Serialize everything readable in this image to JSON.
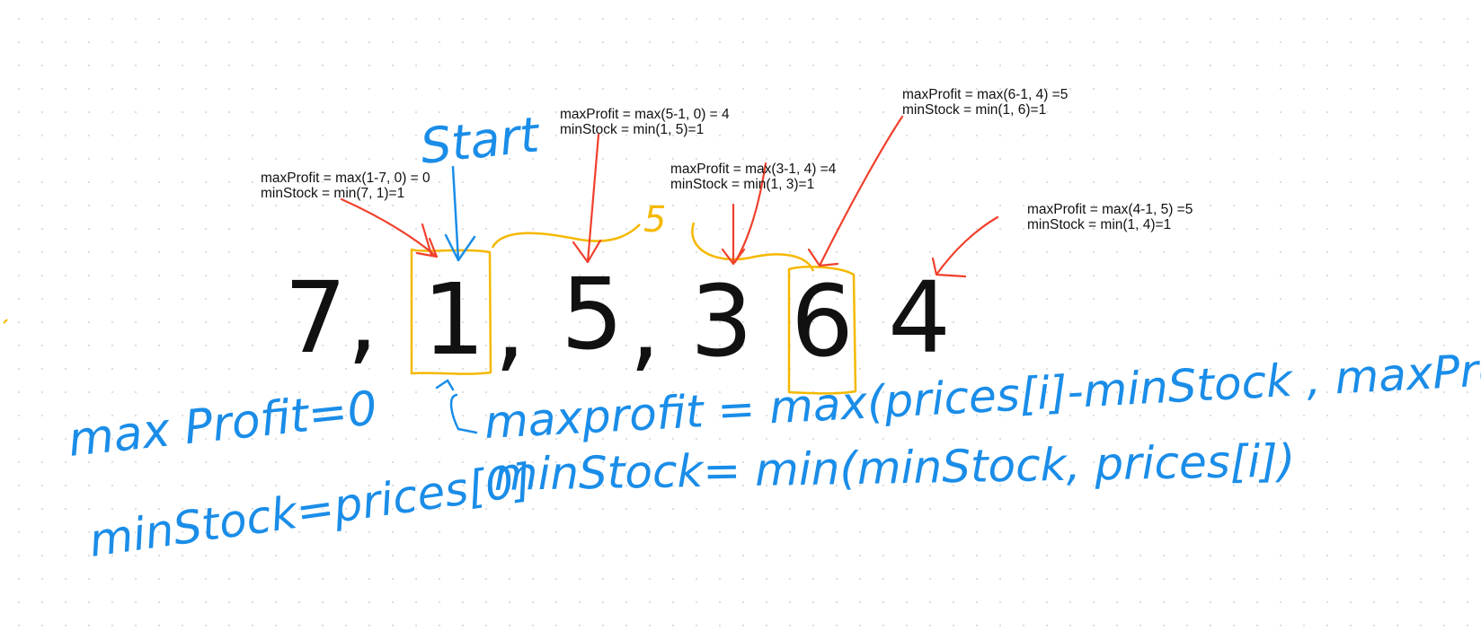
{
  "array": {
    "elements": [
      "7,",
      "1",
      ",",
      "5",
      ",",
      "3",
      "6",
      "4"
    ]
  },
  "handwriting": {
    "start": "Start",
    "max_profit_init": "max Profit=0",
    "min_stock_init": "minStock=prices[0]",
    "formula_profit": "maxprofit = max(prices[i]-minStock , maxProfit)",
    "formula_stock": "minStock= min(minStock, prices[i])",
    "yellow_mark": "5"
  },
  "annotations": [
    {
      "line1": "maxProfit = max(1-7, 0) = 0",
      "line2": "minStock = min(7, 1)=1"
    },
    {
      "line1": "maxProfit = max(5-1, 0) = 4",
      "line2": "minStock = min(1, 5)=1"
    },
    {
      "line1": "maxProfit = max(3-1, 4) =4",
      "line2": "minStock = min(1, 3)=1"
    },
    {
      "line1": "maxProfit = max(6-1, 4) =5",
      "line2": "minStock = min(1, 6)=1"
    },
    {
      "line1": "maxProfit = max(4-1, 5) =5",
      "line2": "minStock = min(1, 4)=1"
    }
  ],
  "colors": {
    "ink_black": "#111111",
    "ink_blue": "#1a8de8",
    "ink_red": "#f0402c",
    "ink_yellow": "#f5b800",
    "background": "#ffffff",
    "grid_dot": "#dcdcdc"
  }
}
